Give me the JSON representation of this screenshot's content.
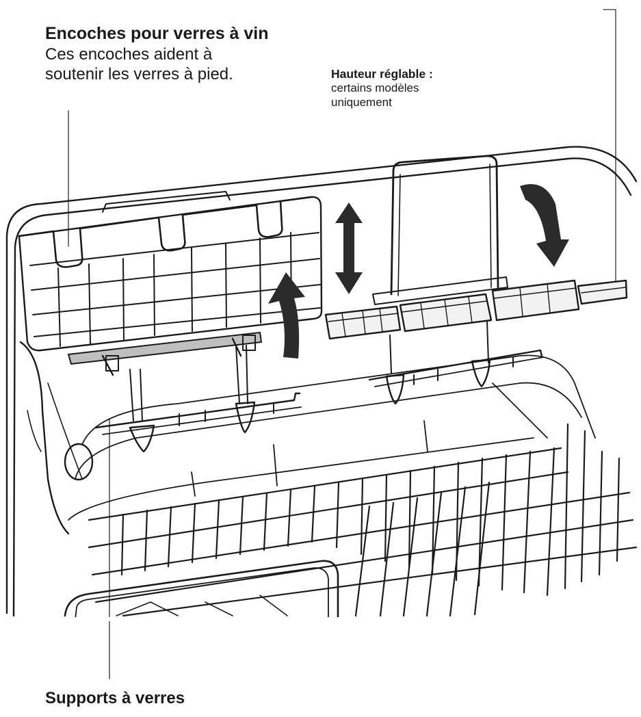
{
  "callouts": {
    "wine_notches": {
      "title": "Encoches pour verres à vin",
      "line1": "Ces encoches aident à",
      "line2": "soutenir les verres à pied."
    },
    "adjustable_height": {
      "title": "Hauteur réglable :",
      "line1": "certains modèles",
      "line2": "uniquement"
    },
    "glass_supports": {
      "title": "Supports à verres"
    }
  },
  "colors": {
    "line": "#1a1a1a",
    "arrow": "#2b2b2b",
    "leader": "#555555"
  }
}
